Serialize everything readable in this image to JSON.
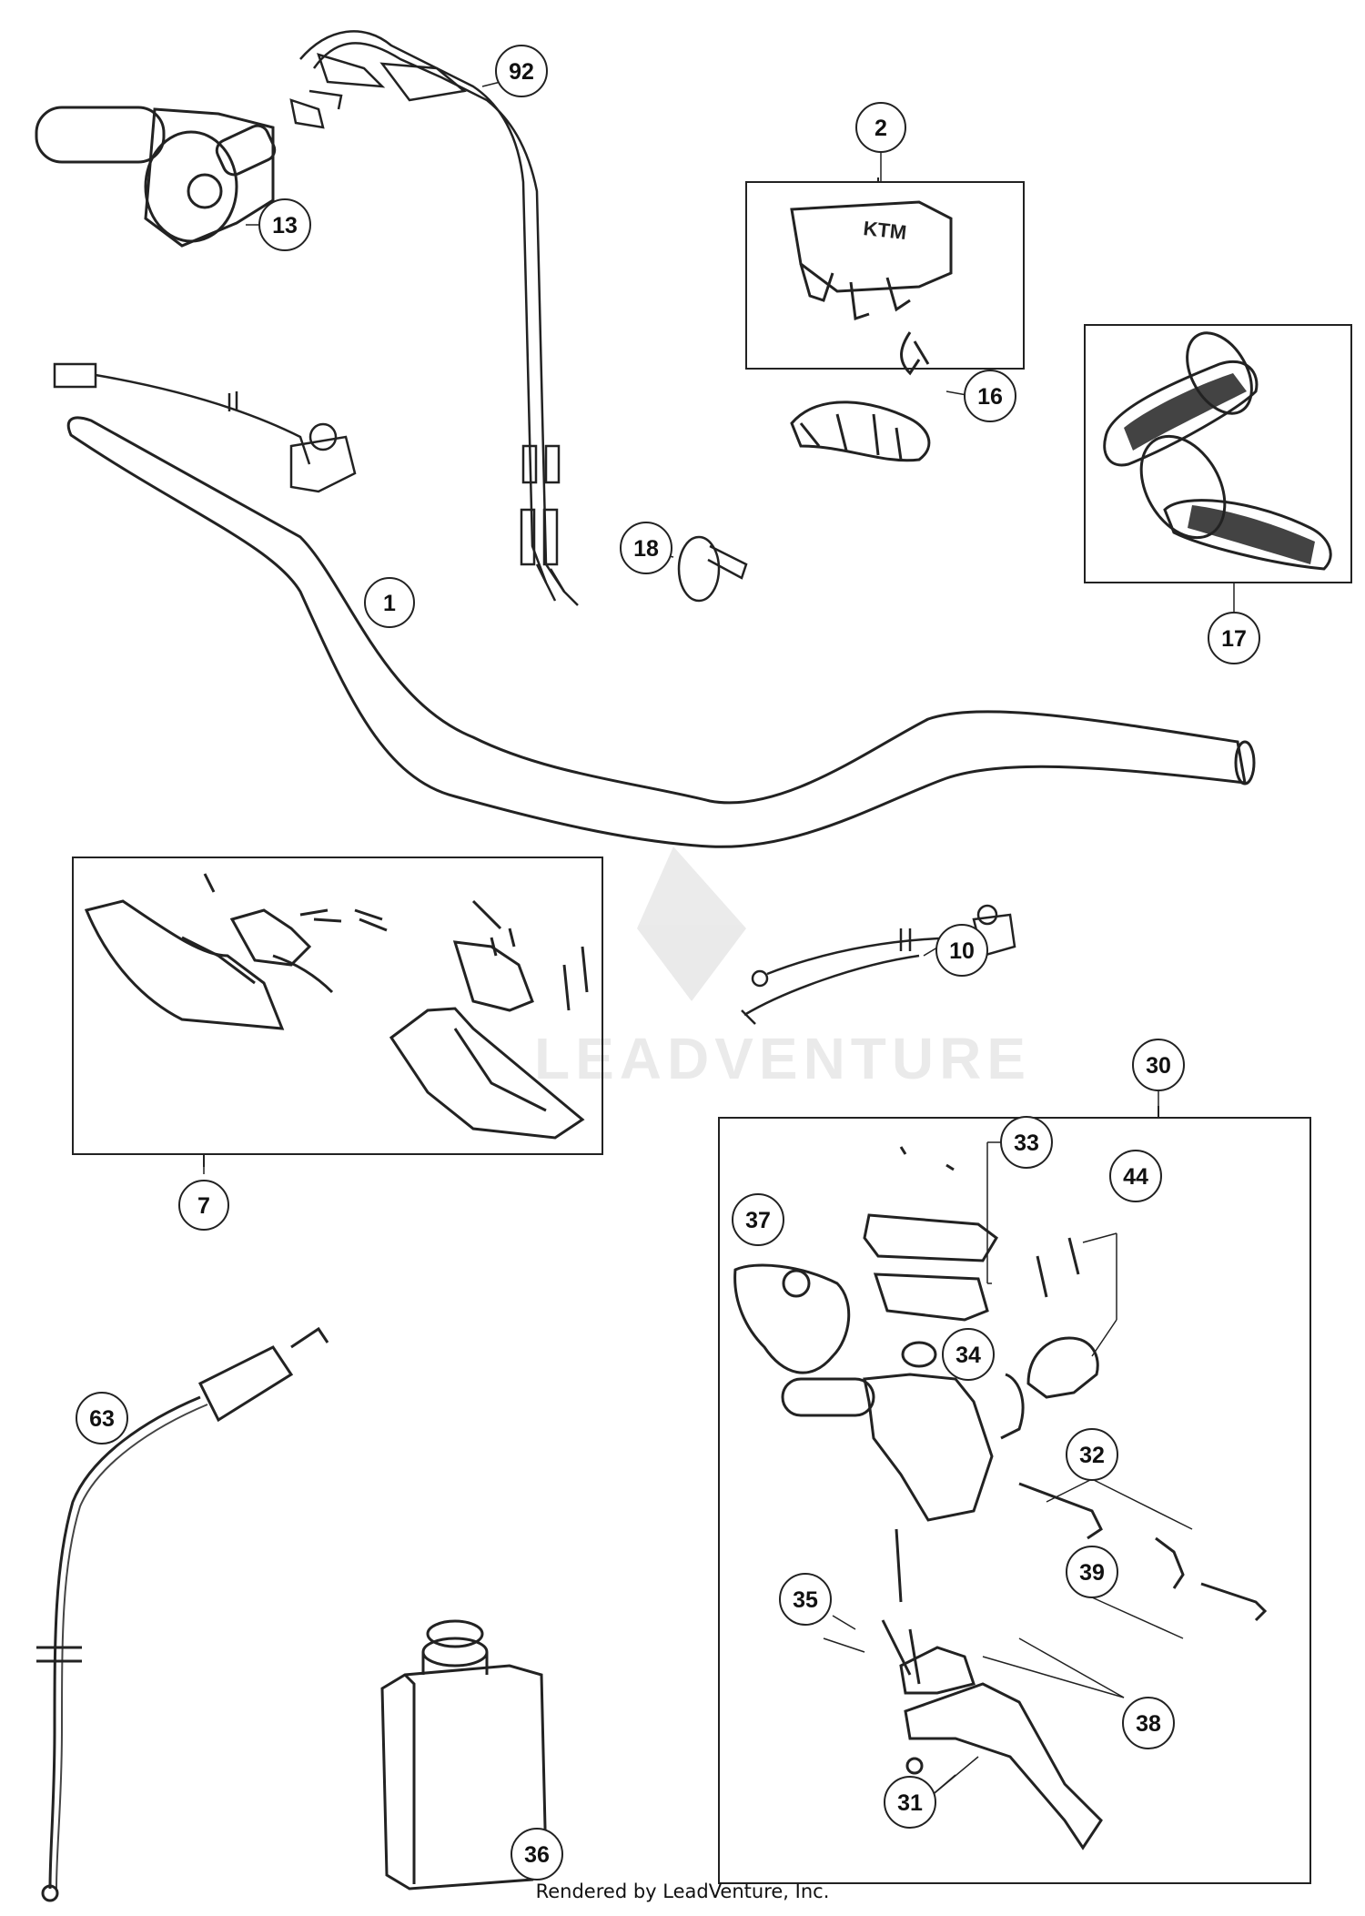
{
  "diagram": {
    "callouts": [
      "1",
      "2",
      "7",
      "10",
      "13",
      "16",
      "17",
      "18",
      "30",
      "31",
      "32",
      "33",
      "34",
      "35",
      "36",
      "37",
      "38",
      "39",
      "44",
      "63",
      "92"
    ]
  },
  "footer": {
    "text": "Rendered by LeadVenture, Inc."
  },
  "watermark": {
    "text": "LEADVENTURE"
  },
  "logo_text": {
    "ktm": "KTM"
  }
}
